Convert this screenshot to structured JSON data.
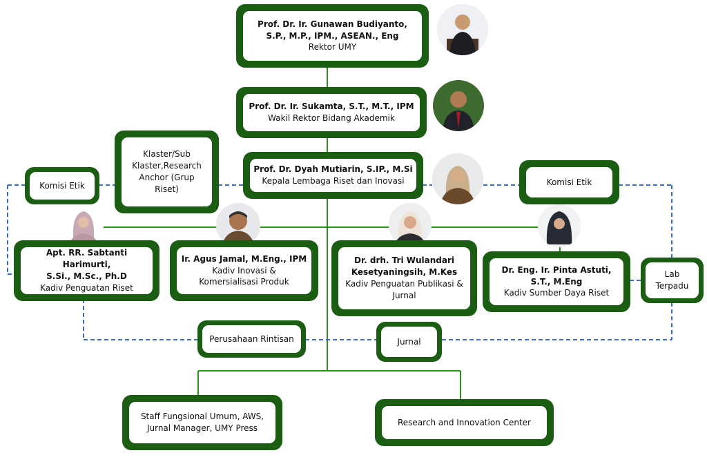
{
  "colors": {
    "box_border": "#1a5d13",
    "solid_line": "#2f8f1e",
    "dashed_line": "#3a6ec7"
  },
  "rektor": {
    "name_line1": "Prof. Dr. Ir. Gunawan Budiyanto,",
    "name_line2": "S.P., M.P., IPM., ASEAN., Eng",
    "role": "Rektor UMY"
  },
  "warek": {
    "name": "Prof. Dr. Ir. Sukamta, S.T., M.T., IPM",
    "role": "Wakil Rektor Bidang Akademik"
  },
  "kepala": {
    "name": "Prof. Dr. Dyah Mutiarin, S.IP., M.Si",
    "role": "Kepala Lembaga Riset dan Inovasi"
  },
  "klaster": {
    "line1": "Klaster/Sub",
    "line2": "Klaster,Research",
    "line3": "Anchor (Grup",
    "line4": "Riset)"
  },
  "komisi_etik_left": "Komisi Etik",
  "komisi_etik_right": "Komisi Etik",
  "kadiv1": {
    "name_line1": "Apt. RR. Sabtanti Harimurti,",
    "name_line2": "S.Si., M.Sc., Ph.D",
    "role": "Kadiv Penguatan Riset"
  },
  "kadiv2": {
    "name": "Ir. Agus Jamal, M.Eng., IPM",
    "role_line1": "Kadiv Inovasi &",
    "role_line2": "Komersialisasi Produk"
  },
  "kadiv3": {
    "name_line1": "Dr. drh. Tri Wulandari",
    "name_line2": "Kesetyaningsih, M.Kes",
    "role_line1": "Kadiv Penguatan Publikasi &",
    "role_line2": "Jurnal"
  },
  "kadiv4": {
    "name_line1": "Dr. Eng. Ir. Pinta Astuti,",
    "name_line2": "S.T., M.Eng",
    "role": "Kadiv Sumber Daya Riset"
  },
  "lab": {
    "line1": "Lab",
    "line2": "Terpadu"
  },
  "perusahaan": "Perusahaan Rintisan",
  "jurnal": "Jurnal",
  "staff": {
    "line1": "Staff Fungsional Umum, AWS,",
    "line2": "Jurnal Manager, UMY Press"
  },
  "ric": "Research and Innovation Center"
}
